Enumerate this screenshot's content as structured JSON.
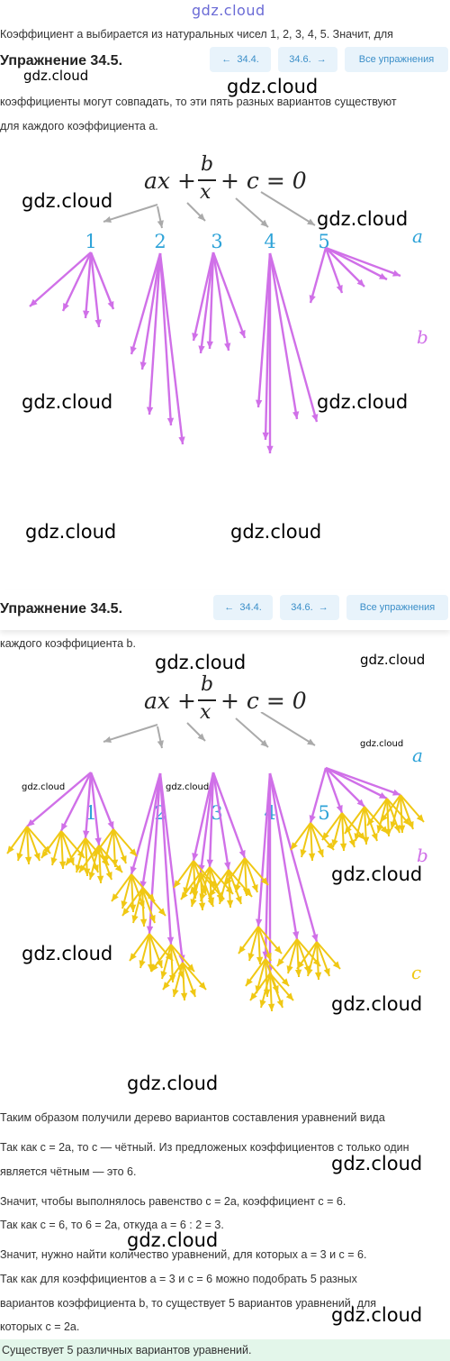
{
  "site_logo": "gdz.cloud",
  "top_line": "Коэффициент a выбирается из натуральных чисел 1, 2, 3, 4, 5. Значит, для",
  "exercise_title": "Упражнение 34.5.",
  "nav": {
    "prev": "34.4.",
    "next": "34.6.",
    "all": "Все упражнения"
  },
  "para1_line1": "коэффициенты могут совпадать, то эти пять разных вариантов существуют",
  "para1_line2": "для каждого коэффициента a.",
  "para2": "каждого коэффициента b.",
  "equation": {
    "ax": "ax +",
    "num": "b",
    "den": "x",
    "rest": "+ c = 0"
  },
  "tree_numbers": [
    "1",
    "2",
    "3",
    "4",
    "5"
  ],
  "level_labels": {
    "a": "a",
    "b": "b",
    "c": "c"
  },
  "watermark": "gdz.cloud",
  "text_lines": [
    "Таким образом получили дерево вариантов составления уравнений вида",
    "Так как c = 2a, то c — чётный. Из предложеных коэффициентов c только один",
    "является чётным — это 6.",
    "Значит, чтобы выполнялось равенство c = 2a, коэффициент c = 6.",
    "Так как c = 6, то 6 = 2a, откуда a = 6 : 2 = 3.",
    "Значит, нужно найти количество уравнений, для которых a = 3 и c = 6.",
    "Так как для коэффициентов a = 3 и c = 6 можно подобрать 5 разных",
    "вариантов коэффициента b, то существует 5 вариантов уравнений, для",
    "которых c = 2a."
  ],
  "answer": "Существует 5 различных вариантов уравнений.",
  "colors": {
    "gray": "#aaaaaa",
    "blue": "#2ea3d8",
    "violet": "#d070e8",
    "yellow": "#f0c814",
    "nav_bg": "#e8f3fb",
    "answer_bg": "#e3f6ea"
  }
}
